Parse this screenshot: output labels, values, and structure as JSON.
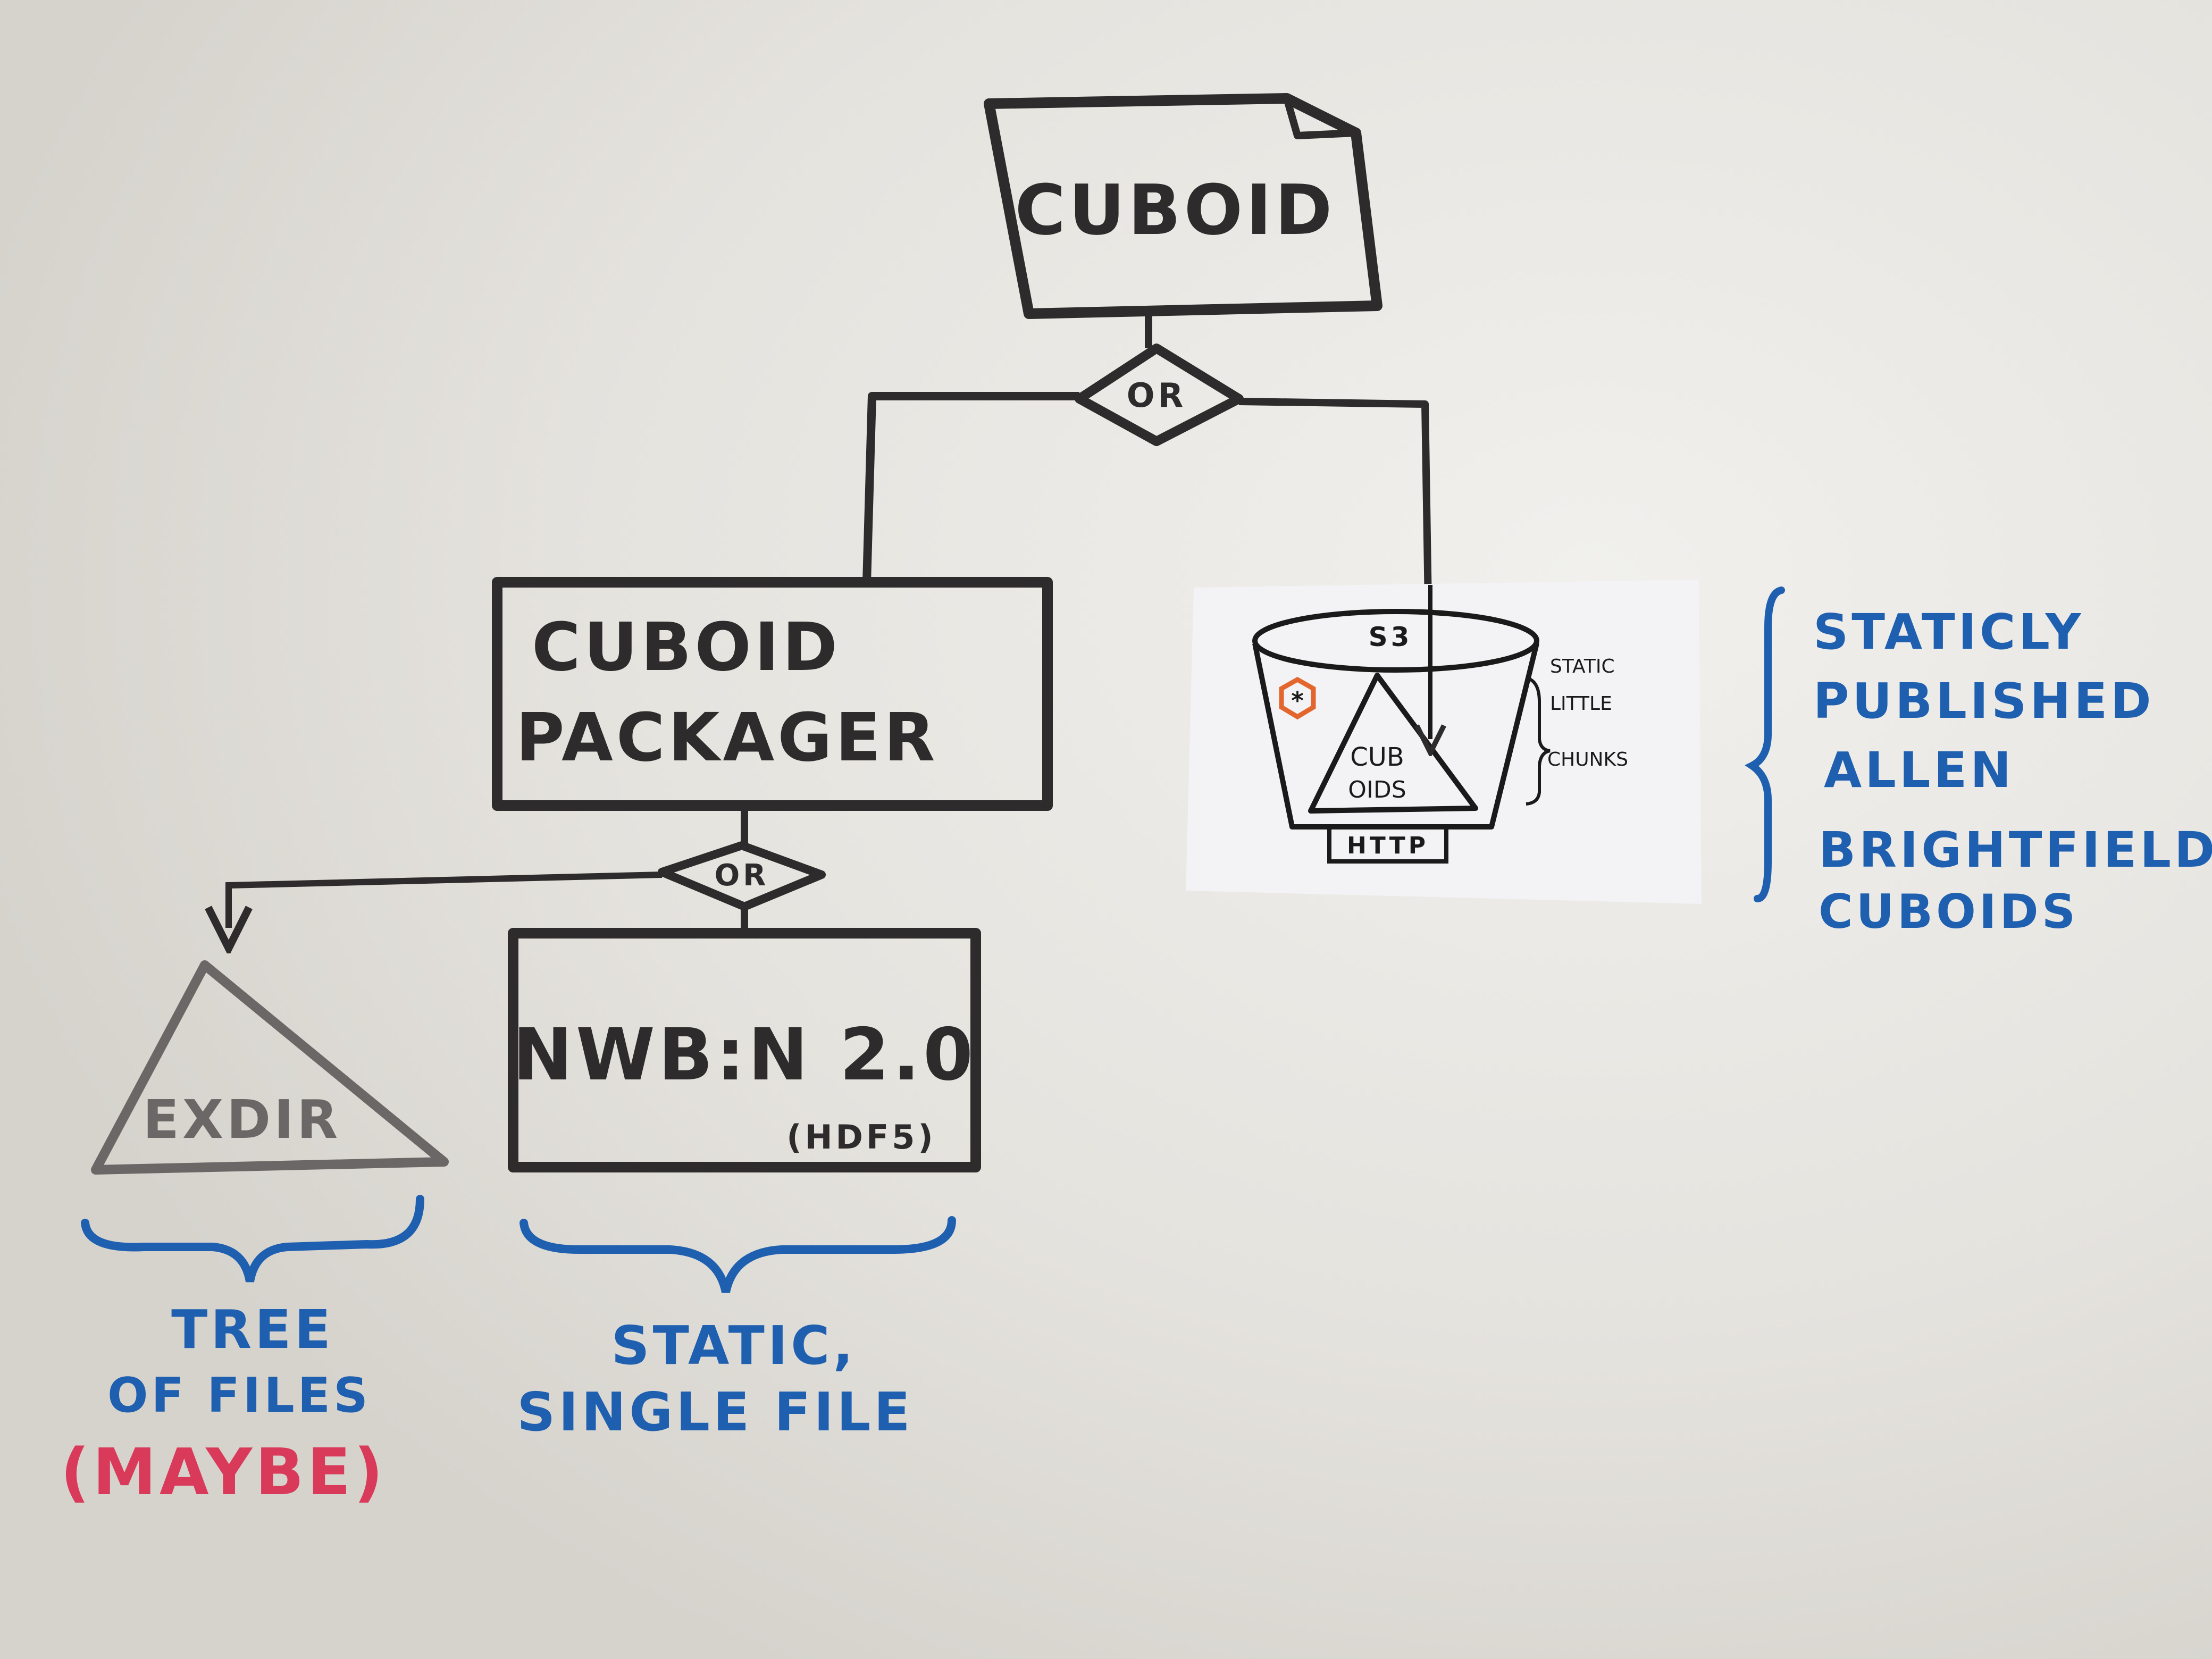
{
  "colors": {
    "board": "#e6e4df",
    "marker_black": "#2e2b2c",
    "marker_blue": "#1f5fb0",
    "marker_red": "#d93a5a",
    "paper": "#f3f3f5",
    "orange": "#e2662e"
  },
  "nodes": {
    "cuboid": "CUBOID",
    "packager_line1": "CUBOID",
    "packager_line2": "PACKAGER",
    "or_top": "OR",
    "or_bottom": "OR",
    "nwb_title": "NWB:N 2.0",
    "nwb_sub": "(HDF5)",
    "exdir": "EXDIR"
  },
  "s3_card": {
    "bucket_label": "S3",
    "pyramid_line1": "CUB",
    "pyramid_line2": "OIDS",
    "http_label": "HTTP",
    "note_line1": "STATIC",
    "note_line2": "LITTLE",
    "note_line3": "CHUNKS",
    "icon": "s3-bucket-icon"
  },
  "annotations": {
    "tree_line1": "TREE",
    "tree_line2": "OF FILES",
    "maybe": "(MAYBE)",
    "static_line1": "STATIC,",
    "static_line2": "SINGLE FILE",
    "published_line1": "STATICLY",
    "published_line2": "PUBLISHED",
    "published_line3": "ALLEN",
    "published_line4": "BRIGHTFIELD",
    "published_line5": "CUBOIDS"
  }
}
